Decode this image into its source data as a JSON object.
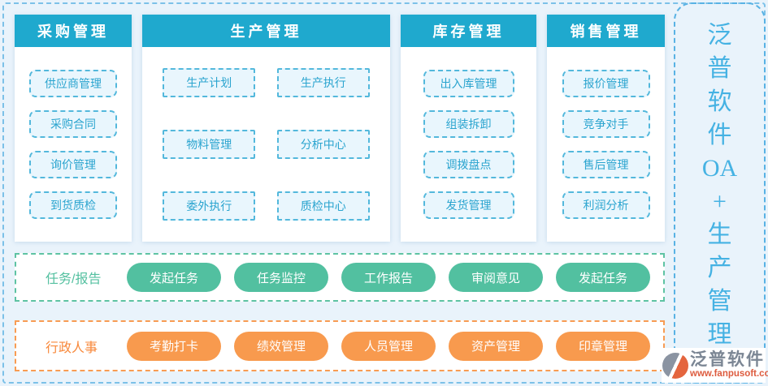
{
  "modules": [
    {
      "title": "采购管理",
      "items": [
        "供应商管理",
        "采购合同",
        "询价管理",
        "到货质检"
      ]
    },
    {
      "title": "生产管理",
      "items": [
        "生产计划",
        "生产执行",
        "物料管理",
        "分析中心",
        "委外执行",
        "质检中心"
      ]
    },
    {
      "title": "库存管理",
      "items": [
        "出入库管理",
        "组装拆卸",
        "调拨盘点",
        "发货管理"
      ]
    },
    {
      "title": "销售管理",
      "items": [
        "报价管理",
        "竞争对手",
        "售后管理",
        "利润分析"
      ]
    }
  ],
  "task_band": {
    "label": "任务/报告",
    "pills": [
      "发起任务",
      "任务监控",
      "工作报告",
      "审阅意见",
      "发起任务"
    ]
  },
  "hr_band": {
    "label": "行政人事",
    "pills": [
      "考勤打卡",
      "绩效管理",
      "人员管理",
      "资产管理",
      "印章管理"
    ]
  },
  "sidebar": {
    "title": "泛普软件OA+生产管理",
    "chars": [
      "泛",
      "普",
      "软",
      "件",
      "OA",
      "+",
      "生",
      "产",
      "管",
      "理"
    ]
  },
  "logo": {
    "name": "泛普软件",
    "url": "www.fanpusoft.com"
  },
  "colors": {
    "header_bg": "#1fa9ce",
    "module_button_border": "#53b8dc",
    "module_button_text": "#2aa4cf",
    "task_green": "#52c0a0",
    "hr_orange": "#f89a4e",
    "sidebar_blue": "#45b2e3",
    "logo_gray": "#7b8694",
    "logo_url_red": "#dd5b3e",
    "page_bg": "#e9f3fb"
  }
}
